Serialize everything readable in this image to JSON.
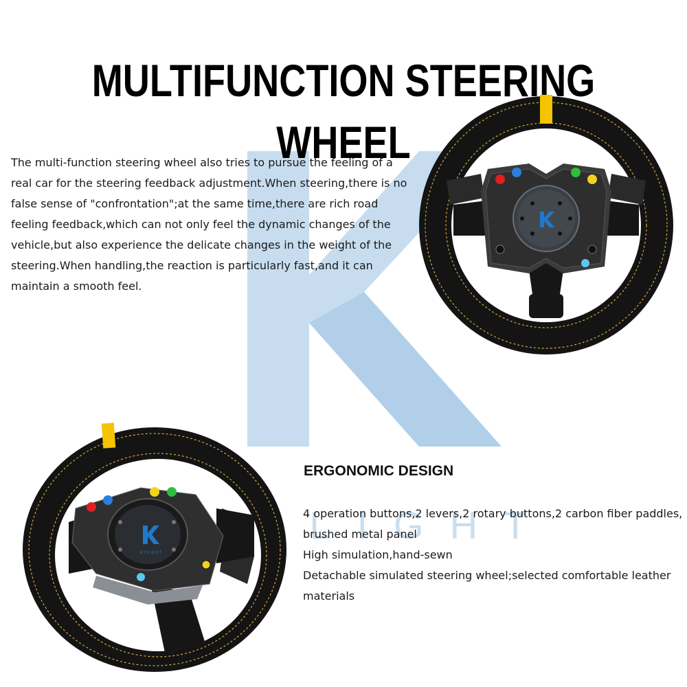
{
  "header": {
    "title": "MULTIFUNCTION STEERING WHEEL"
  },
  "intro": {
    "paragraph": "The multi-function steering wheel also tries to pursue the feeling of a real car for the steering feedback adjustment.When steering,there is no false sense of \"confrontation\";at the same time,there are rich road feeling feedback,which can not only feel the dynamic changes of the vehicle,but also experience the delicate changes in the weight of the steering.When handling,the reaction is particularly fast,and it can maintain a smooth feel."
  },
  "watermark": {
    "letter": "K",
    "word": "KLIGHT"
  },
  "wheel_logo": {
    "letter": "K",
    "brand": "KYLIGHT"
  },
  "ergonomic": {
    "heading": "ERGONOMIC DESIGN",
    "features": [
      "4 operation buttons,2 levers,2 rotary buttons,2 carbon fiber paddles, brushed metal panel",
      "High simulation,hand-sewn",
      "Detachable simulated steering wheel;selected comfortable leather materials"
    ]
  },
  "colors": {
    "watermark": "#b7d3ea",
    "leather": "#141414",
    "stitch": "#d9a83a",
    "top_marker": "#f5c400",
    "hub": "#3a3f45",
    "logo": "#1e79c9",
    "button_red": "#e02020",
    "button_blue": "#2a7fe0",
    "button_green": "#2fbf3a",
    "button_yellow": "#f2d21b",
    "button_cyan": "#5ac8f0"
  }
}
